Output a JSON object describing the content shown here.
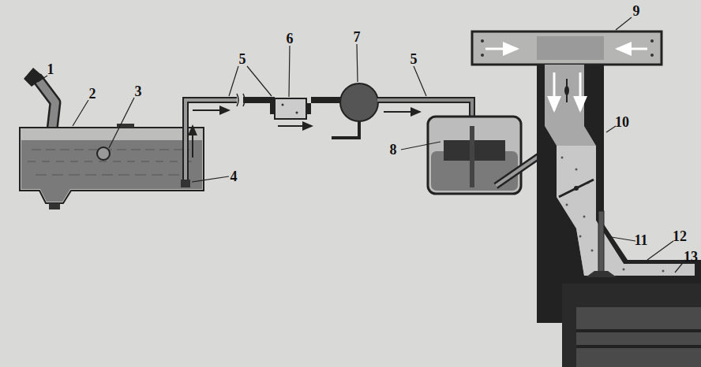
{
  "diagram": {
    "labels": [
      "1",
      "2",
      "3",
      "4",
      "5",
      "6",
      "7",
      "5",
      "8",
      "9",
      "10",
      "11",
      "12",
      "13"
    ]
  }
}
